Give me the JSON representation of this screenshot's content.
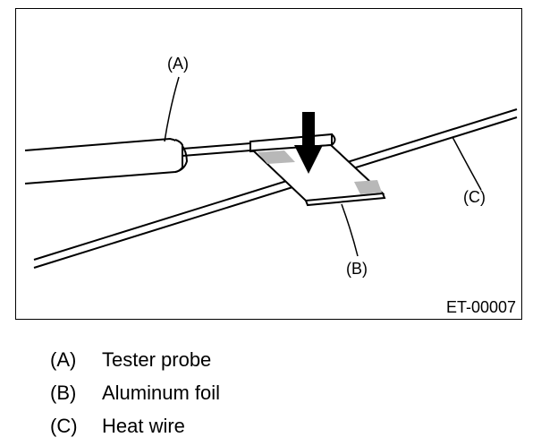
{
  "figure": {
    "code": "ET-00007",
    "callouts": {
      "a": "(A)",
      "b": "(B)",
      "c": "(C)"
    }
  },
  "legend": [
    {
      "key": "(A)",
      "label": "Tester probe"
    },
    {
      "key": "(B)",
      "label": "Aluminum foil"
    },
    {
      "key": "(C)",
      "label": "Heat wire"
    }
  ],
  "colors": {
    "line": "#000000",
    "background": "#ffffff"
  }
}
